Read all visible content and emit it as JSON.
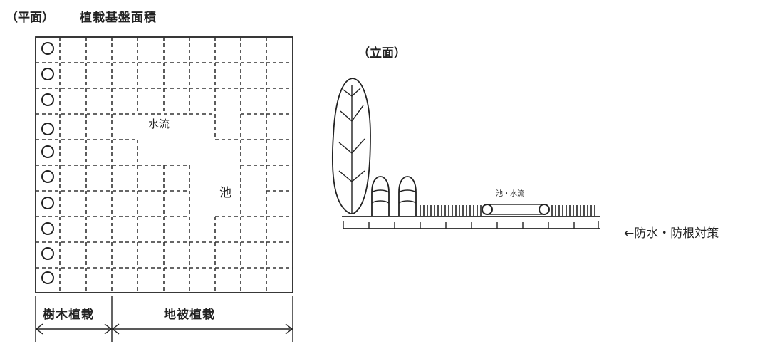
{
  "plan_view": {
    "label": "（平面）",
    "subtitle": "植栽基盤面積",
    "water_label": "水流",
    "pond_label": "池",
    "tree_zone_label": "樹木植栽",
    "ground_zone_label": "地被植栽"
  },
  "elevation_view": {
    "label": "（立面）",
    "pond_water_label": "池・水流",
    "waterproof_note": "←防水・防根対策"
  }
}
